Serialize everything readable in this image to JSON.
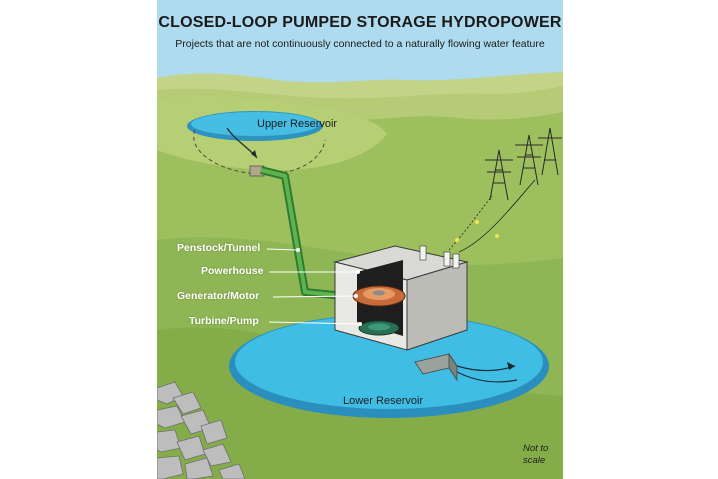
{
  "title": "CLOSED-LOOP PUMPED STORAGE HYDROPOWER",
  "subtitle": "Projects that are not continuously connected to a naturally flowing water feature",
  "reservoirs": {
    "upper_label": "Upper Reservoir",
    "lower_label": "Lower Reservoir"
  },
  "components": [
    {
      "label": "Penstock/Tunnel"
    },
    {
      "label": "Powerhouse"
    },
    {
      "label": "Generator/Motor"
    },
    {
      "label": "Turbine/Pump"
    }
  ],
  "note": {
    "line1": "Not to",
    "line2": "scale"
  },
  "colors": {
    "sky": "#a9d8ee",
    "hills_light": "#c9d98a",
    "hills_mid": "#a8c46a",
    "grass": "#8cb453",
    "water": "#3fb6dd",
    "penstock": "#3d8f3a",
    "callout_line": "#ffffff"
  }
}
